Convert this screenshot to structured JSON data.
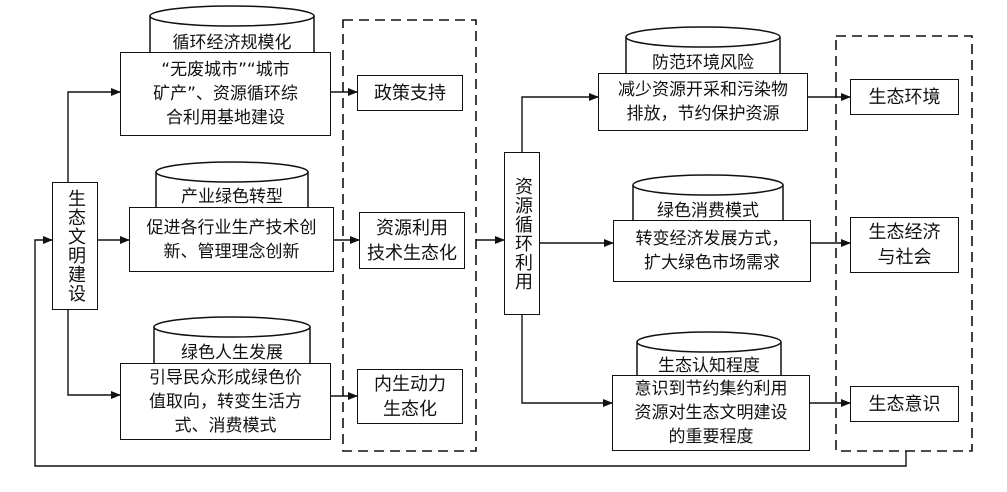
{
  "left_vertical": "生态文明建设",
  "middle_vertical": "资源循环利用",
  "left_rows": [
    {
      "title": "循环经济规模化",
      "body": "“无废城市”“城市\n矿产”、资源循环综\n合利用基地建设",
      "output": "政策支持"
    },
    {
      "title": "产业绿色转型",
      "body": "促进各行业生产技术创\n新、管理理念创新",
      "output": "资源利用\n技术生态化"
    },
    {
      "title": "绿色人生发展",
      "body": "引导民众形成绿色价\n值取向，转变生活方\n式、消费模式",
      "output": "内生动力\n生态化"
    }
  ],
  "right_rows": [
    {
      "title": "防范环境风险",
      "body": "减少资源开采和污染物\n排放，节约保护资源",
      "output": "生态环境"
    },
    {
      "title": "绿色消费模式",
      "body": "转变经济发展方式，\n扩大绿色市场需求",
      "output": "生态经济\n与社会"
    },
    {
      "title": "生态认知程度",
      "body": "意识到节约集约利用\n资源对生态文明建设\n的重要程度",
      "output": "生态意识"
    }
  ]
}
